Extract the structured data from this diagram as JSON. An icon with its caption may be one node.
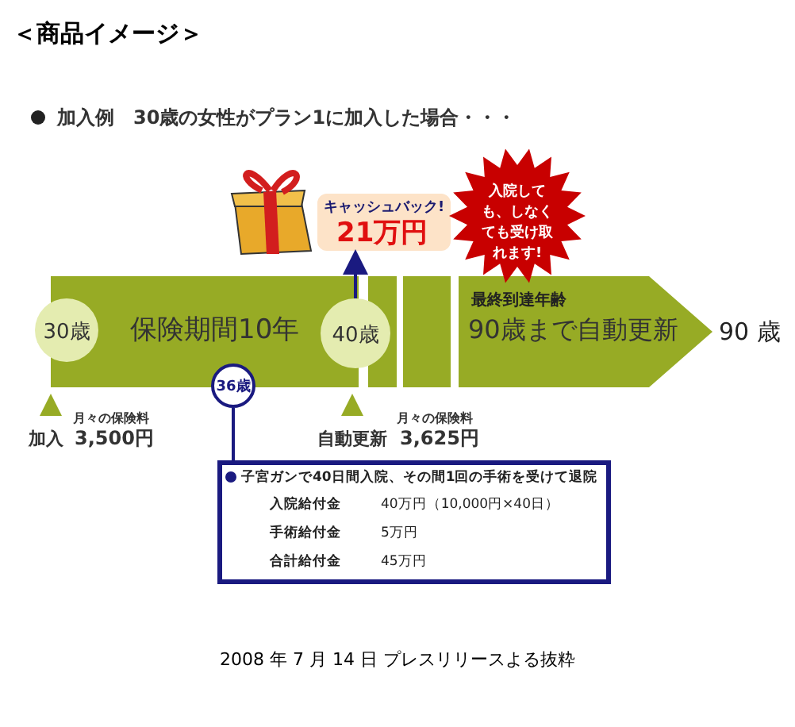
{
  "diagram": {
    "title": "＜商品イメージ＞",
    "caption": "2008 年 7 月 14 日 プレスリリースよる抜粋",
    "nodes": [
      {
        "text": [
          "保険期間10年"
        ]
      },
      {
        "text": [
          "30歳"
        ]
      },
      {
        "text": [
          "40歳"
        ]
      },
      {
        "text": [],
        "shape": "bar"
      },
      {
        "text": [],
        "shape": "bar"
      },
      {
        "text": [
          "最終到達年齢",
          "90歳まで自動更新"
        ],
        "beside": [
          "90 歳"
        ]
      },
      {
        "text": [
          "キャッシュバック!",
          "21万円"
        ]
      },
      {
        "text": [
          "入院しても、しなくても受け取れます!"
        ]
      },
      {
        "text": [
          "36歳"
        ]
      },
      {
        "text": [
          "子宮ガンで40日間入院、その間1回の手術を受けて退院",
          "入院給付金",
          "40万円（10,000円×40日）",
          "手術給付金",
          "5万円",
          "合計給付金",
          "45万円"
        ]
      }
    ],
    "edges": [
      {
        "from": 2,
        "to": 6,
        "arrow": "to"
      },
      {
        "from": 8,
        "to": 9,
        "arrow": "none"
      }
    ],
    "labels": [
      "加入例",
      "30歳の女性がプラン1に加入した場合・・・",
      "月々の保険料",
      "加入",
      "3,500円",
      "自動更新",
      "月々の保険料",
      "3,625円"
    ]
  }
}
